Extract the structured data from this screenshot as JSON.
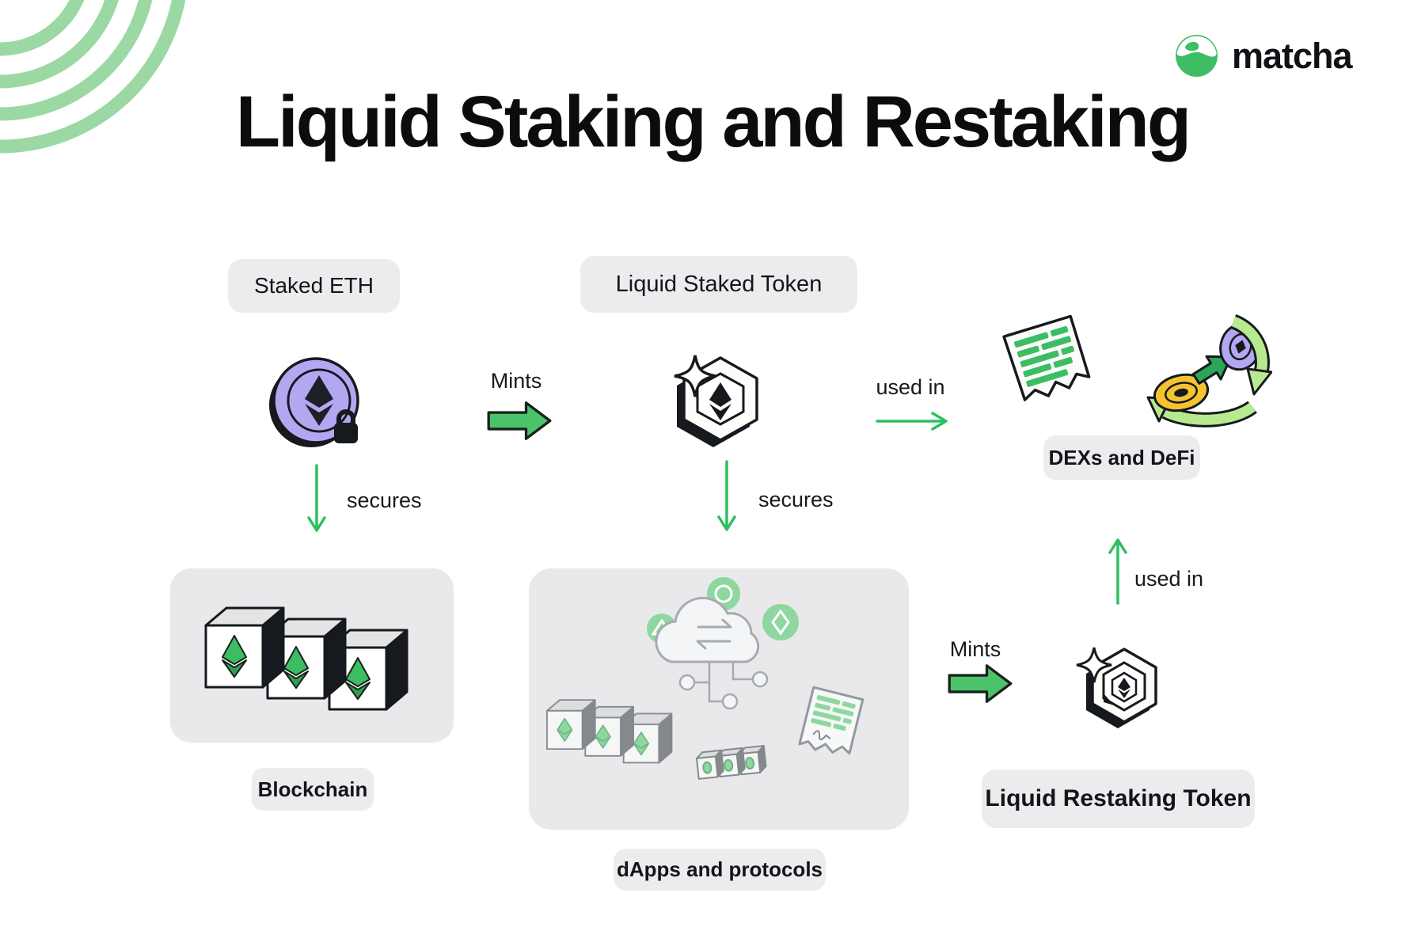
{
  "brand": {
    "name": "matcha"
  },
  "title": "Liquid Staking and Restaking",
  "pills": {
    "staked_eth": "Staked ETH",
    "liquid_staked_token": "Liquid Staked Token",
    "dexs_defi": "DEXs and DeFi",
    "blockchain": "Blockchain",
    "dapps": "dApps and protocols",
    "liquid_restaking_token": "Liquid Restaking Token"
  },
  "labels": {
    "mints_stake": "Mints",
    "mints_restake": "Mints",
    "used_in_dex": "used in",
    "used_in_lrt": "used in",
    "secures_blockchain": "secures",
    "secures_dapps": "secures"
  },
  "icons": {
    "matcha-logo-icon": "green circle with white matcha swirl",
    "decorative-arcs": "concentric light green quarter arcs, top-left corner",
    "staked-eth-coin-icon": "purple ETH coin with padlock",
    "liquid-staked-token-icon": "white hexagon token with ETH diamond and sparkle",
    "liquid-restaking-token-icon": "nested hexagon token with ETH diamond and sparkle",
    "blockchain-cubes-icon": "three isometric blocks with green ETH diamonds",
    "contract-document-icon": "smart contract document with green code lines",
    "token-swap-icon": "yellow and purple coins with swap arrows",
    "cloud-protocol-icon": "cloud with swap arrows, token badges and circuit nodes",
    "mini-cubes-icon": "gray isometric blocks with green diamonds",
    "block-row-icon": "small row of linked blocks",
    "contract-doc-gray-icon": "gray document with green lines and signature",
    "mints-arrow-icon": "green block arrow pointing right",
    "used-in-arrow-icon": "thin green arrow",
    "secures-arrow-icon": "thin green arrow pointing down"
  },
  "colors": {
    "brand_green": "#3ebd64",
    "arc_green": "#9bd8a4",
    "arrow_green": "#4cc36a",
    "line_green": "#2ec05f",
    "coin_purple": "#b4a7f2",
    "coin_yellow": "#f4c430",
    "swap_light_green": "#b7ea8f",
    "swap_dark_green": "#2aa55a",
    "pill_gray": "#ececee",
    "panel_gray": "#e9e9eb",
    "ink": "#16191d"
  }
}
